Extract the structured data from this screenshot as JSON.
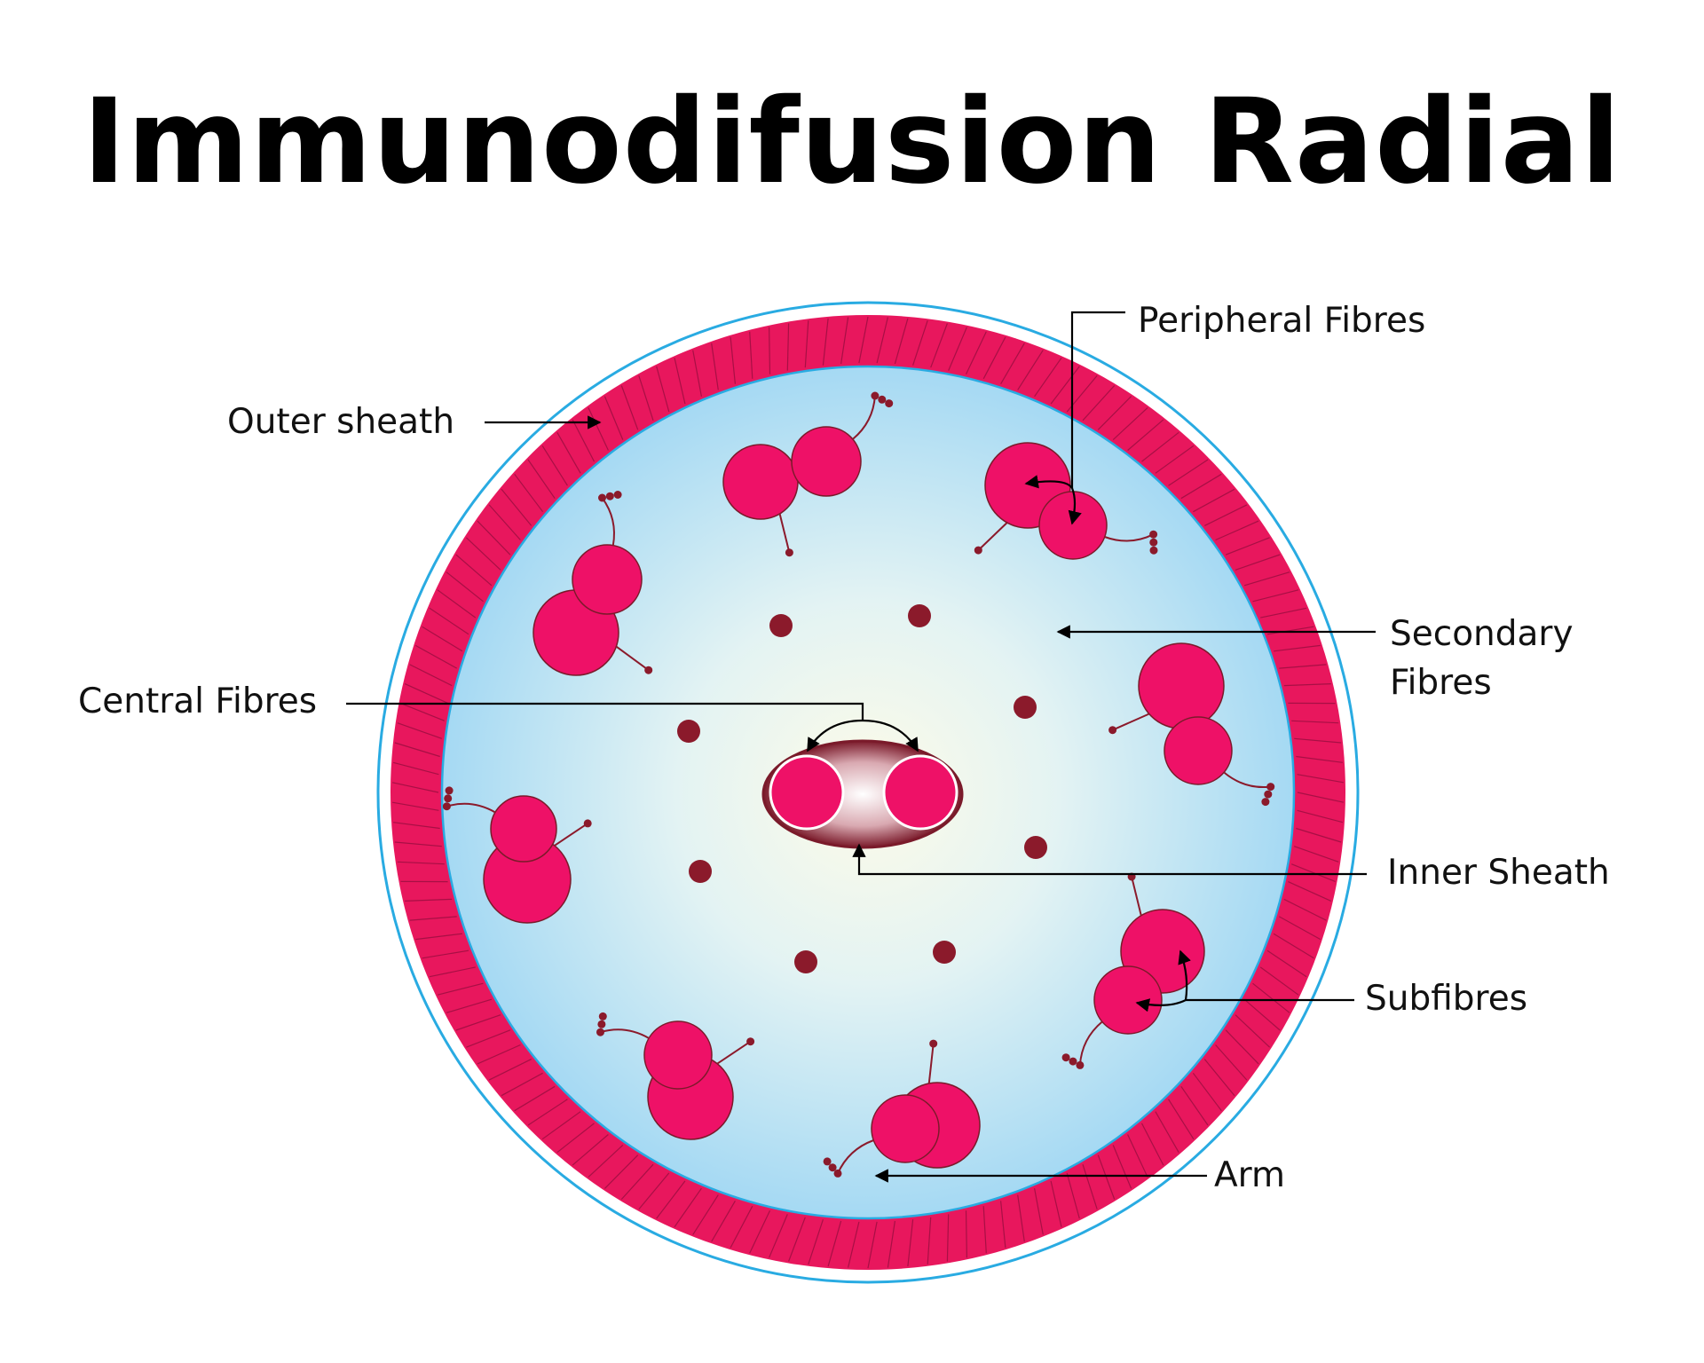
{
  "title": "Immunodifusion Radial",
  "labels": {
    "peripheral_fibres": "Peripheral Fibres",
    "outer_sheath": "Outer sheath",
    "secondary_fibres_line1": "Secondary",
    "secondary_fibres_line2": "Fibres",
    "central_fibres": "Central Fibres",
    "inner_sheath": "Inner Sheath",
    "subfibres": "Subfibres",
    "arm": "Arm"
  },
  "colors": {
    "fibre": "#ee1167",
    "sheath": "#e8175d",
    "border": "#29abe2",
    "dot": "#8b1a2b",
    "inner_center": "#fdfbe8",
    "inner_edge": "#a7dbf4"
  }
}
